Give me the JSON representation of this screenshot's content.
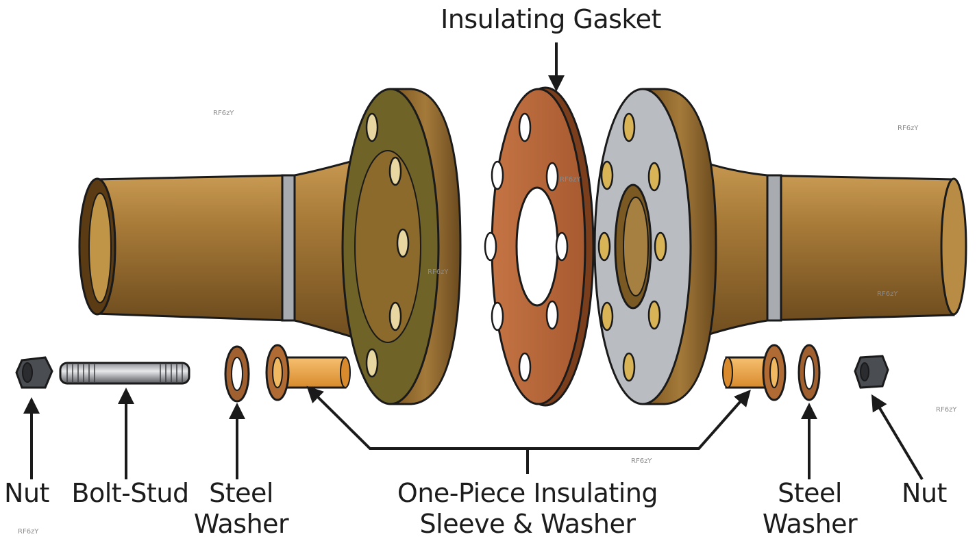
{
  "labels": {
    "insulating_gasket": "Insulating Gasket",
    "nut_left": "Nut",
    "bolt_stud": "Bolt-Stud",
    "steel_washer_left": "Steel\nWasher",
    "sleeve_washer": "One-Piece Insulating\nSleeve & Washer",
    "steel_washer_right": "Steel\nWasher",
    "nut_right": "Nut"
  },
  "watermark": "RF6zY",
  "colors": {
    "flange_bronze": "#a87a3c",
    "flange_shadow": "#6b4a1e",
    "gasket_rust": "#b4663a",
    "gray_face": "#b9bcc0",
    "olive_face": "#7a6a2a",
    "sleeve_orange": "#e8a245",
    "washer_copper": "#a0602f",
    "nut_gray": "#4a4d52",
    "outline": "#1a1a1a"
  },
  "icons": [
    "flange-left",
    "flange-right",
    "gasket",
    "nut-icon",
    "bolt-stud-icon",
    "steel-washer-icon",
    "insulating-sleeve-icon",
    "arrow-icon"
  ]
}
